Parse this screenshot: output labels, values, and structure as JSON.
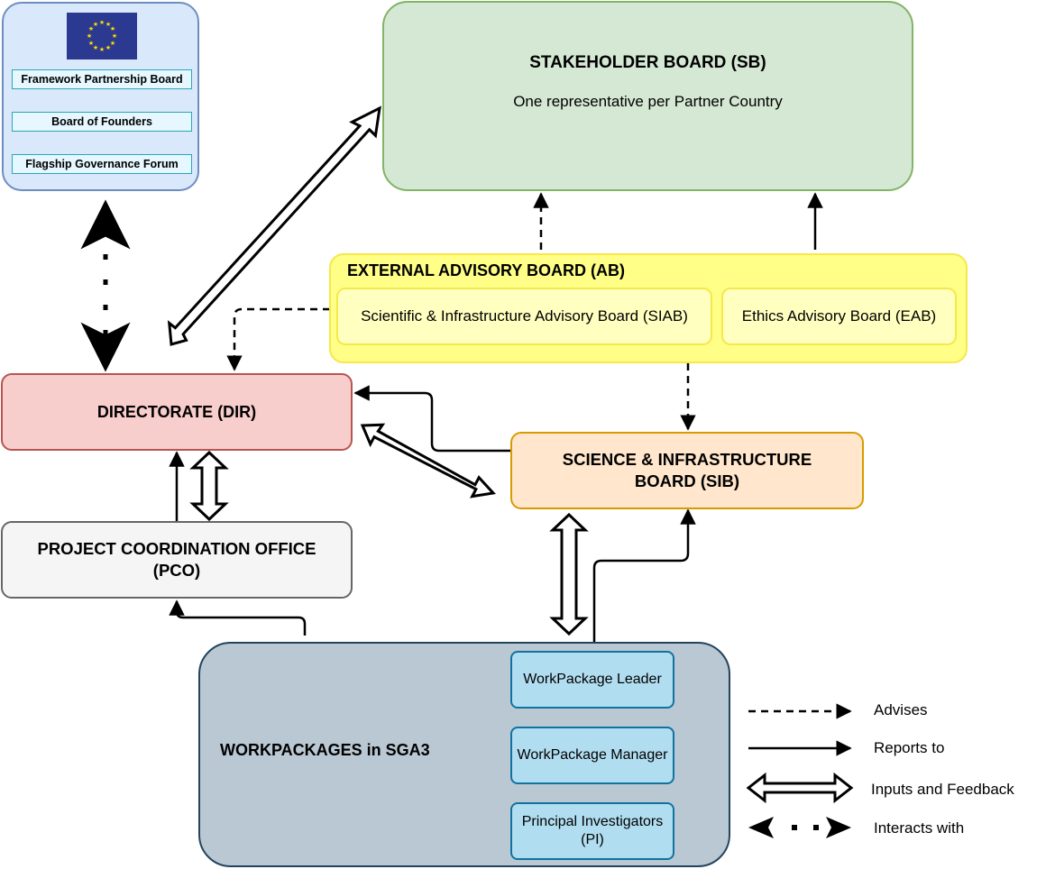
{
  "fpb_panel": {
    "items": [
      "Framework Partnership Board",
      "Board of Founders",
      "Flagship Governance Forum"
    ],
    "colors": {
      "fill": "#dae8fc",
      "stroke": "#6c8ebf",
      "item_fill": "#e6f7ff",
      "item_stroke": "#2aa6b6",
      "flag_blue": "#2b3990",
      "flag_star": "#ffdd00"
    },
    "flag_icon": "eu-flag-icon"
  },
  "stakeholder_board": {
    "title": "STAKEHOLDER BOARD (SB)",
    "subtitle": "One representative per Partner Country",
    "colors": {
      "fill": "#d5e8d4",
      "stroke": "#82b366"
    }
  },
  "advisory_board": {
    "title": "EXTERNAL ADVISORY BOARD (AB)",
    "siab": "Scientific & Infrastructure Advisory Board (SIAB)",
    "eab": "Ethics Advisory Board (EAB)",
    "colors": {
      "fill": "#ffff88",
      "stroke": "#f5e84a",
      "inner_fill": "#ffffc0"
    }
  },
  "directorate": {
    "label": "DIRECTORATE (DIR)",
    "colors": {
      "fill": "#f8cecc",
      "stroke": "#b85450"
    }
  },
  "sib": {
    "line1": "SCIENCE & INFRASTRUCTURE",
    "line2": "BOARD (SIB)",
    "colors": {
      "fill": "#ffe6cc",
      "stroke": "#d79b00"
    }
  },
  "pco": {
    "line1": "PROJECT COORDINATION OFFICE",
    "line2": "(PCO)",
    "colors": {
      "fill": "#f5f5f5",
      "stroke": "#666666"
    }
  },
  "workpackages": {
    "title": "WORKPACKAGES in SGA3",
    "leader": "WorkPackage Leader",
    "manager": "WorkPackage Manager",
    "pi_line1": "Principal Investigators",
    "pi_line2": "(PI)",
    "colors": {
      "fill": "#bac8d3",
      "stroke": "#23445d",
      "inner_fill": "#b1ddf0",
      "inner_stroke": "#10739e"
    }
  },
  "legend": {
    "advises": "Advises",
    "reports_to": "Reports to",
    "inputs_feedback": "Inputs and Feedback",
    "interacts_with": "Interacts with"
  }
}
